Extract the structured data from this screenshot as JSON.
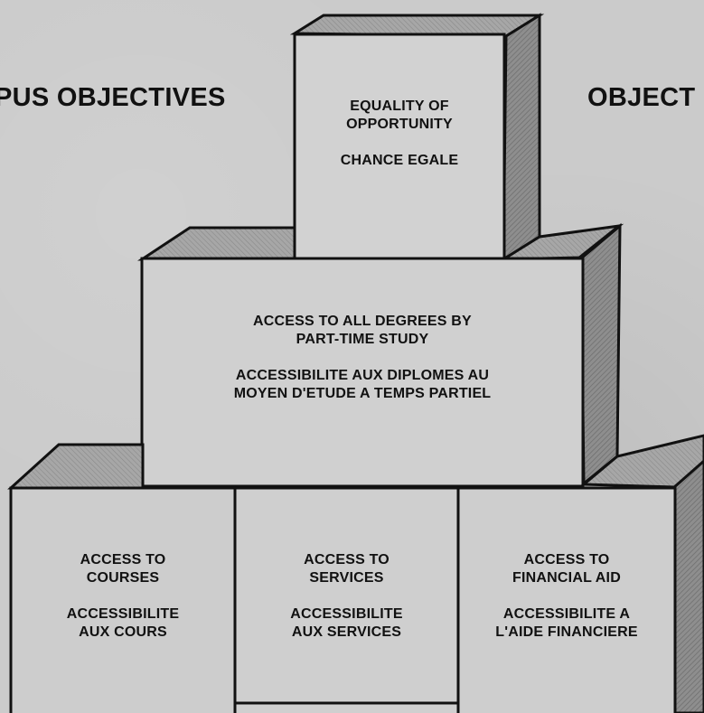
{
  "headings": {
    "left": "PUS OBJECTIVES",
    "right": "OBJECT"
  },
  "blocks": {
    "top": {
      "english": "EQUALITY OF\nOPPORTUNITY",
      "french": "CHANCE EGALE"
    },
    "middle": {
      "english": "ACCESS TO ALL DEGREES BY\nPART-TIME STUDY",
      "french": "ACCESSIBILITE AUX DIPLOMES AU\nMOYEN D'ETUDE A TEMPS PARTIEL"
    },
    "bottom_left": {
      "english": "ACCESS TO\nCOURSES",
      "french": "ACCESSIBILITE\nAUX COURS"
    },
    "bottom_center": {
      "english": "ACCESS TO\nSERVICES",
      "french": "ACCESSIBILITE\nAUX SERVICES"
    },
    "bottom_right": {
      "english": "ACCESS TO\nFINANCIAL AID",
      "french": "ACCESSIBILITE A\nL'AIDE FINANCIERE"
    }
  }
}
